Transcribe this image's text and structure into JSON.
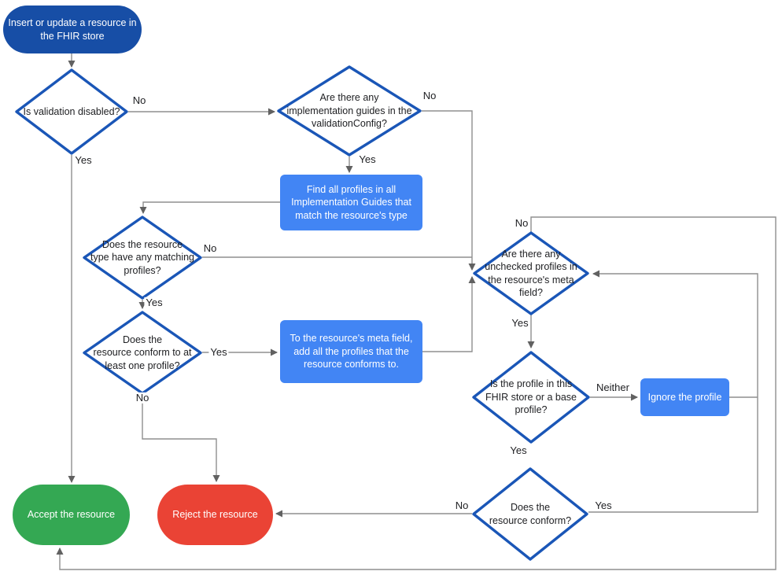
{
  "diagram_title": "FHIR store resource validation flowchart",
  "colors": {
    "dark_blue": "#174ea6",
    "light_blue": "#4285f4",
    "green": "#34a853",
    "red": "#ea4335",
    "diamond_border": "#1a56b7",
    "line": "#8f8f8f",
    "arrow": "#616161",
    "text_dark": "#202124"
  },
  "nodes": {
    "start": {
      "label": "Insert or update a resource in\nthe FHIR store"
    },
    "validation_disabled": {
      "label": "Is validation disabled?"
    },
    "implementation_guides": {
      "label": "Are there any\nimplementation guides in the\nvalidationConfig?"
    },
    "find_profiles": {
      "label": "Find all profiles in all\nImplementation Guides that\nmatch the resource's type"
    },
    "matching_profiles": {
      "label": "Does the resource\ntype have any matching\nprofiles?"
    },
    "conform_one": {
      "label": "Does the\nresource conform to at\nleast one profile?"
    },
    "add_profiles": {
      "label": "To the resource's meta field,\nadd all the profiles that the\nresource conforms to."
    },
    "unchecked_profiles": {
      "label": "Are there any\nunchecked profiles in\nthe resource's meta\nfield?"
    },
    "profile_in_store": {
      "label": "Is the profile in this\nFHIR store or a base\nprofile?"
    },
    "ignore_profile": {
      "label": "Ignore the profile"
    },
    "resource_conform": {
      "label": "Does the\nresource conform?"
    },
    "accept": {
      "label": "Accept the resource"
    },
    "reject": {
      "label": "Reject the resource"
    }
  },
  "edge_labels": {
    "validation_disabled_no": "No",
    "validation_disabled_yes": "Yes",
    "implementation_guides_no": "No",
    "implementation_guides_yes": "Yes",
    "matching_profiles_no": "No",
    "matching_profiles_yes": "Yes",
    "conform_one_yes": "Yes",
    "conform_one_no": "No",
    "unchecked_profiles_no": "No",
    "unchecked_profiles_yes": "Yes",
    "profile_in_store_neither": "Neither",
    "profile_in_store_yes": "Yes",
    "resource_conform_no": "No",
    "resource_conform_yes": "Yes"
  }
}
